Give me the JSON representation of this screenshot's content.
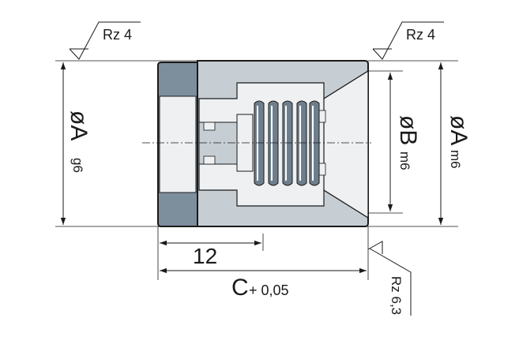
{
  "roughness": {
    "top_left": "Rz 4",
    "top_right": "Rz 4",
    "bottom_right": "Rz 6,3"
  },
  "dimensions": {
    "dia_a_symbol": "øA",
    "dia_a_tolerance": "g6",
    "dia_b_symbol": "øB",
    "dia_b_tolerance": "m6",
    "dia_a_right_symbol": "øA",
    "dia_a_right_tolerance": "m6",
    "length_12": "12",
    "length_c": "C",
    "length_c_tolerance": "+ 0,05"
  },
  "colors": {
    "cap": "#7d8e9c",
    "body": "#c6ced4",
    "bore": "#eef0f2",
    "spring": "#6e7e8c",
    "outline": "#1a1a1a"
  }
}
